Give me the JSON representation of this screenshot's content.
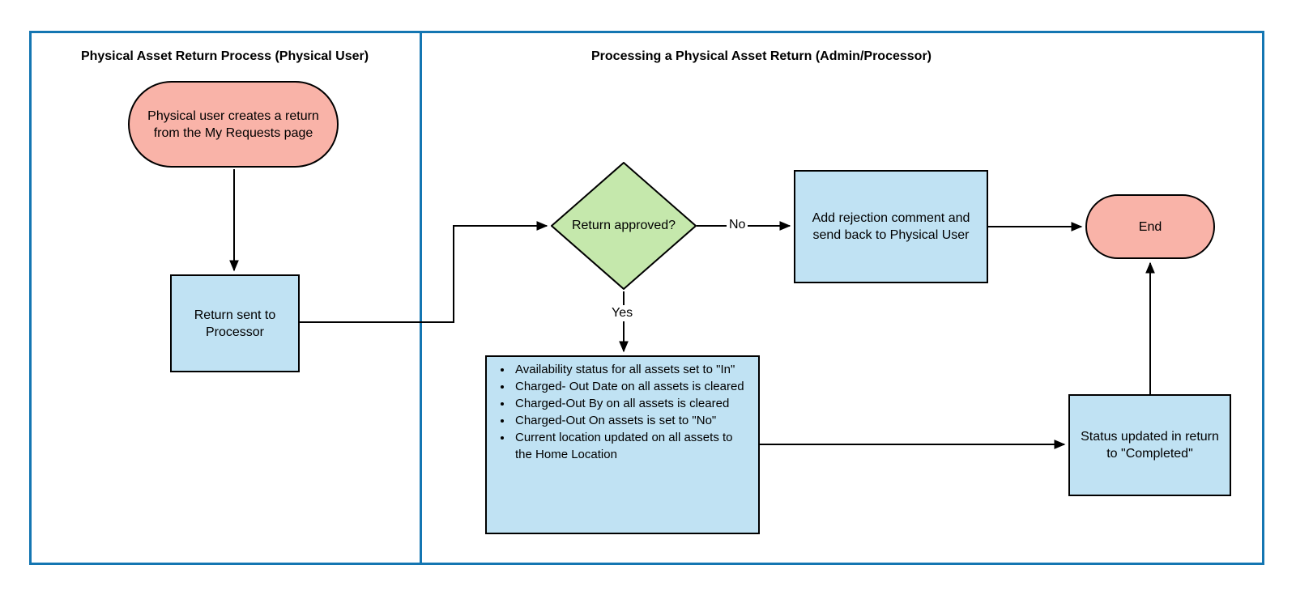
{
  "lanes": [
    {
      "title": "Physical Asset Return Process (Physical User)"
    },
    {
      "title": "Processing a Physical Asset Return (Admin/Processor)"
    }
  ],
  "nodes": {
    "start": {
      "label": "Physical user creates a return from the My Requests page"
    },
    "return_sent": {
      "label": "Return sent to Processor"
    },
    "decision": {
      "label": "Return approved?"
    },
    "reject": {
      "label": "Add rejection comment and send back to Physical User"
    },
    "end": {
      "label": "End"
    },
    "bullets": {
      "items": [
        "Availability status for all assets set to \"In\"",
        "Charged- Out Date on all assets is cleared",
        "Charged-Out By on all assets is cleared",
        "Charged-Out On assets  is set to \"No\"",
        "Current location updated on all assets to the Home Location"
      ]
    },
    "status": {
      "label": "Status updated in return to \"Completed\""
    }
  },
  "edges": {
    "no_label": "No",
    "yes_label": "Yes"
  },
  "colors": {
    "frame": "#1476b2",
    "terminator_fill": "#f9b3a8",
    "process_fill": "#c0e2f3",
    "decision_fill": "#c5e8ac",
    "stroke": "#000000"
  }
}
